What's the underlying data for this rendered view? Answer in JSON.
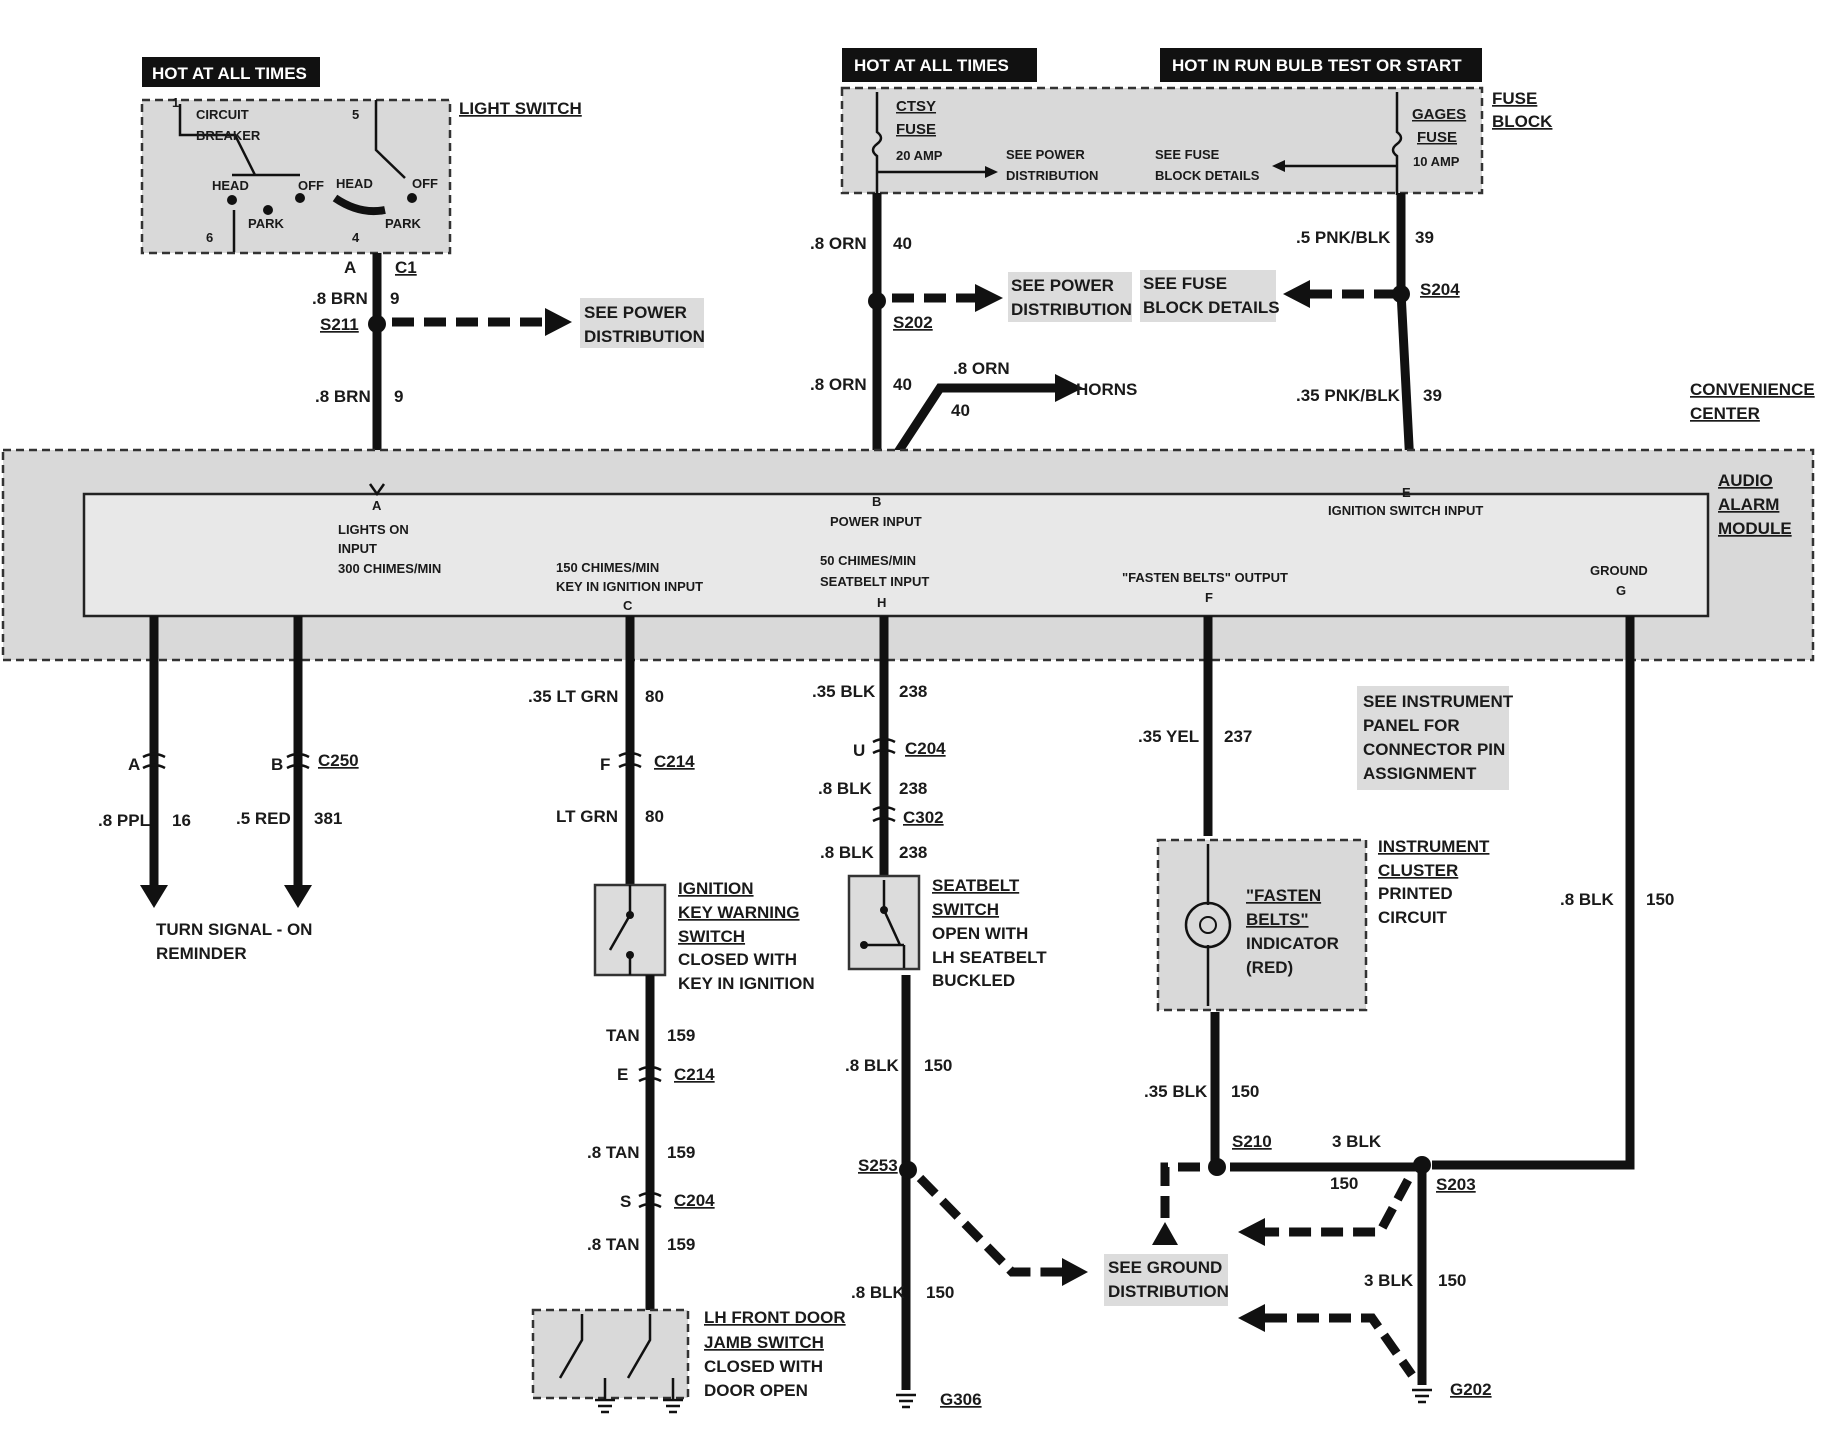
{
  "headers": {
    "hot_left": "HOT AT ALL TIMES",
    "hot_mid": "HOT AT ALL TIMES",
    "hot_right": "HOT IN RUN BULB TEST OR START"
  },
  "light_switch": {
    "title": "LIGHT SWITCH",
    "circuit": "CIRCUIT",
    "breaker": "BREAKER",
    "head1": "HEAD",
    "off1": "OFF",
    "park1": "PARK",
    "head2": "HEAD",
    "off2": "OFF",
    "park2": "PARK",
    "n1": "1",
    "n5": "5",
    "n6": "6",
    "n4": "4"
  },
  "fuse_block": {
    "title1": "FUSE",
    "title2": "BLOCK",
    "ctsy1": "CTSY",
    "ctsy2": "FUSE",
    "ctsy_amp": "20 AMP",
    "see_power1": "SEE POWER",
    "see_power2": "DISTRIBUTION",
    "see_fuse1": "SEE FUSE",
    "see_fuse2": "BLOCK DETAILS",
    "gages1": "GAGES",
    "gages2": "FUSE",
    "gages_amp": "10 AMP"
  },
  "wires": {
    "a_conn": "A",
    "c1": "C1",
    "brn_top": ".8 BRN",
    "brn_top_num": "9",
    "s211": "S211",
    "brn_bot": ".8 BRN",
    "brn_bot_num": "9",
    "see_power_a1": "SEE POWER",
    "see_power_a2": "DISTRIBUTION",
    "orn_top": ".8 ORN",
    "orn_top_num": "40",
    "s202": "S202",
    "see_power_b1": "SEE POWER",
    "see_power_b2": "DISTRIBUTION",
    "see_fuse_b1": "SEE FUSE",
    "see_fuse_b2": "BLOCK DETAILS",
    "orn_bot": ".8 ORN",
    "orn_bot_num": "40",
    "orn_horn": ".8 ORN",
    "orn_horn_num": "40",
    "horns": "HORNS",
    "pnk_top": ".5 PNK/BLK",
    "pnk_top_num": "39",
    "s204": "S204",
    "pnk_bot": ".35 PNK/BLK",
    "pnk_bot_num": "39"
  },
  "module": {
    "conv1": "CONVENIENCE",
    "conv2": "CENTER",
    "audio1": "AUDIO",
    "audio2": "ALARM",
    "audio3": "MODULE",
    "pin_a": "A",
    "lights1": "LIGHTS ON",
    "lights2": "INPUT",
    "lights3": "300 CHIMES/MIN",
    "pin_c_l1": "150 CHIMES/MIN",
    "pin_c_l2": "KEY IN IGNITION INPUT",
    "pin_c": "C",
    "pin_b": "B",
    "power": "POWER INPUT",
    "pin_h_l1": "50 CHIMES/MIN",
    "pin_h_l2": "SEATBELT INPUT",
    "pin_h": "H",
    "pin_e": "E",
    "ign": "IGNITION SWITCH INPUT",
    "fasten": "\"FASTEN BELTS\" OUTPUT",
    "pin_f": "F",
    "ground": "GROUND",
    "pin_g": "G"
  },
  "lower_left": {
    "a": "A",
    "b": "B",
    "c250": "C250",
    "ppl": ".8 PPL",
    "ppl_num": "16",
    "red": ".5 RED",
    "red_num": "381",
    "turn1": "TURN SIGNAL - ON",
    "turn2": "REMINDER"
  },
  "ignition_branch": {
    "ltgrn": ".35 LT GRN",
    "ltgrn_num": "80",
    "f": "F",
    "c214a": "C214",
    "ltgrn2": "LT GRN",
    "ltgrn2_num": "80",
    "sw1": "IGNITION",
    "sw2": "KEY WARNING",
    "sw3": "SWITCH",
    "sw4": "CLOSED WITH",
    "sw5": "KEY IN IGNITION",
    "tan1": "TAN",
    "tan1_num": "159",
    "e": "E",
    "c214b": "C214",
    "tan2": ".8 TAN",
    "tan2_num": "159",
    "s": "S",
    "c204b": "C204",
    "tan3": ".8 TAN",
    "tan3_num": "159",
    "door1": "LH FRONT DOOR",
    "door2": "JAMB SWITCH",
    "door3": "CLOSED WITH",
    "door4": "DOOR OPEN"
  },
  "seatbelt_branch": {
    "blk1": ".35 BLK",
    "blk1_num": "238",
    "u": "U",
    "c204": "C204",
    "blk2": ".8 BLK",
    "blk2_num": "238",
    "c302": "C302",
    "blk3": ".8 BLK",
    "blk3_num": "238",
    "sw1": "SEATBELT",
    "sw2": "SWITCH",
    "sw3": "OPEN WITH",
    "sw4": "LH SEATBELT",
    "sw5": "BUCKLED",
    "blk4": ".8 BLK",
    "blk4_num": "150",
    "s253": "S253",
    "blk5": ".8 BLK",
    "blk5_num": "150",
    "g306": "G306"
  },
  "right_branch": {
    "note1": "SEE INSTRUMENT",
    "note2": "PANEL FOR",
    "note3": "CONNECTOR PIN",
    "note4": "ASSIGNMENT",
    "yel": ".35 YEL",
    "yel_num": "237",
    "ic1": "INSTRUMENT",
    "ic2": "CLUSTER",
    "ic3": "PRINTED",
    "ic4": "CIRCUIT",
    "ind1": "\"FASTEN",
    "ind2": "BELTS\"",
    "ind3": "INDICATOR",
    "ind4": "(RED)",
    "blk_ic": ".35 BLK",
    "blk_ic_num": "150",
    "s210": "S210",
    "three_blk": "3 BLK",
    "n150": "150",
    "s203": "S203",
    "gd1": "SEE GROUND",
    "gd2": "DISTRIBUTION",
    "three_blk2": "3 BLK",
    "n150b": "150",
    "g202": "G202",
    "blk_gnd": ".8 BLK",
    "blk_gnd_num": "150"
  }
}
